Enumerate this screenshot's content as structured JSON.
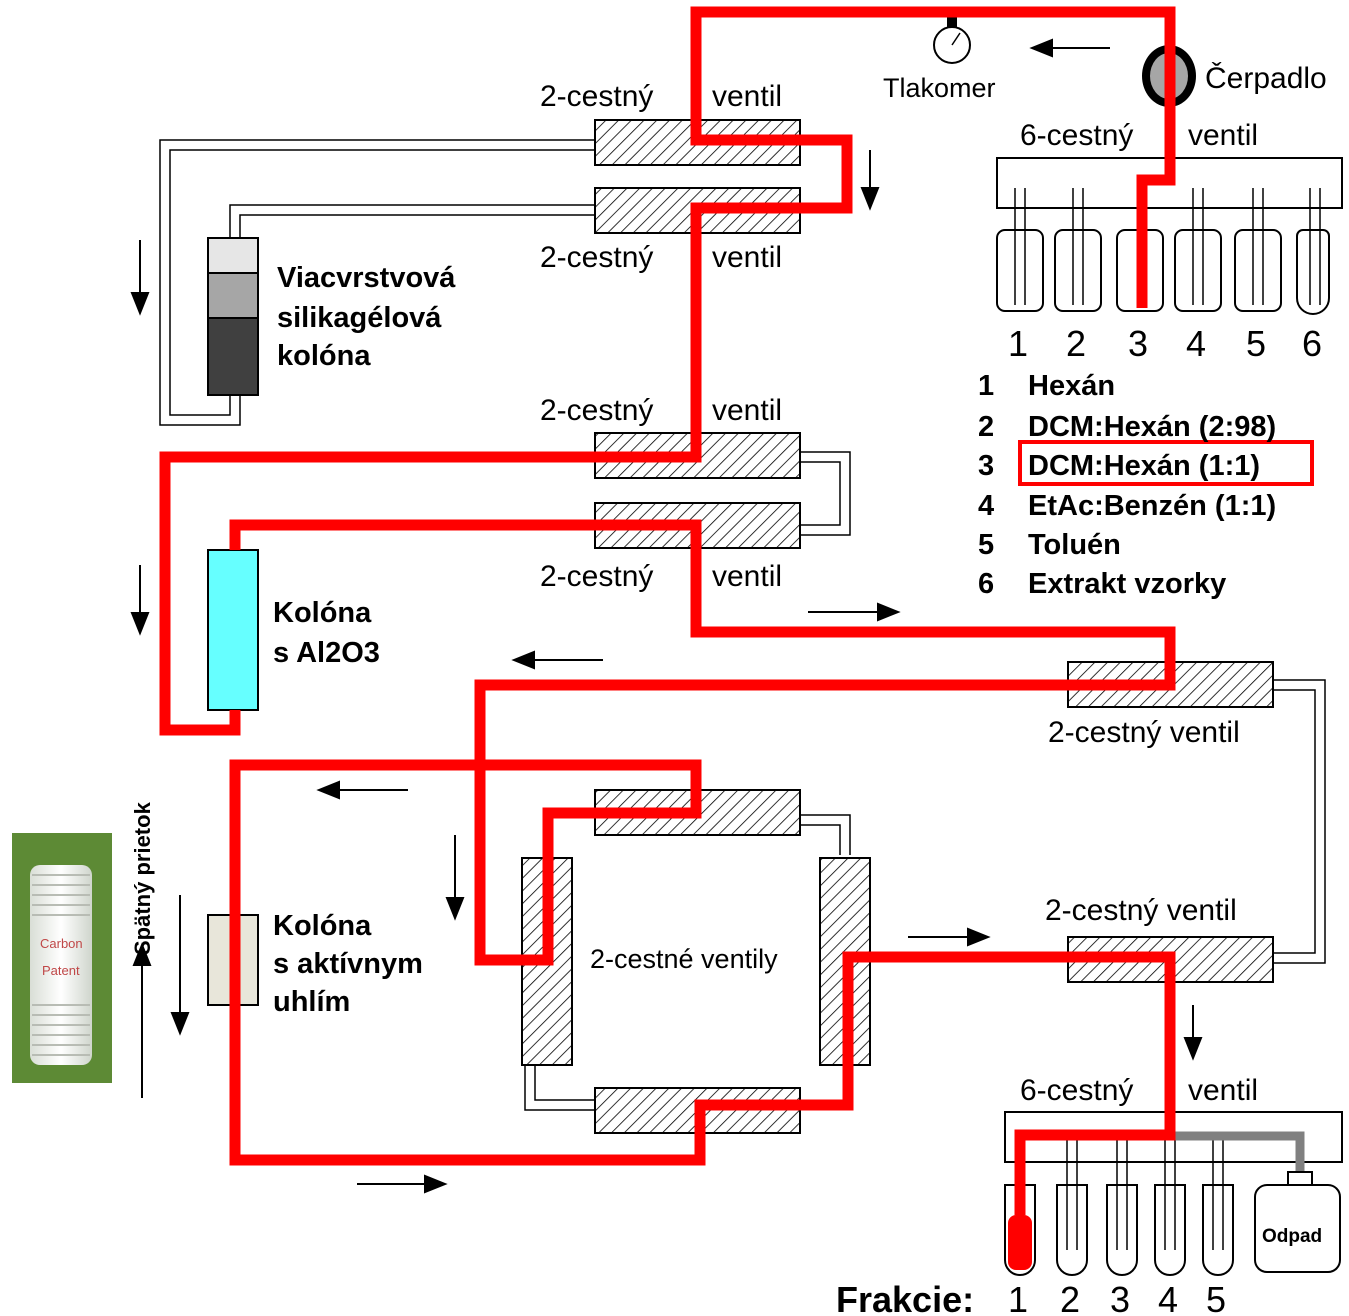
{
  "labels": {
    "two_way_valve": "2-cestný",
    "ventil": "ventil",
    "two_way_valve_full": "2-cestný ventil",
    "six_way_valve": "6-cestný",
    "two_way_valves_plural": "2-cestné ventily",
    "pressure_gauge": "Tlakomer",
    "pump": "Čerpadlo",
    "silica_column": [
      "Viacvrstvová",
      "silikagélová",
      "kolóna"
    ],
    "alumina_column": [
      "Kolóna",
      "s Al2O3"
    ],
    "carbon_column": [
      "Kolóna",
      "s aktívnym",
      "uhlím"
    ],
    "backflow": "Spätný prietok",
    "waste": "Odpad",
    "fractions_label": "Frakcie:",
    "photo_text": [
      "Carbon",
      "Patent"
    ]
  },
  "solvent_numbers": [
    "1",
    "2",
    "3",
    "4",
    "5",
    "6"
  ],
  "solvents": [
    {
      "num": "1",
      "name": "Hexán"
    },
    {
      "num": "2",
      "name": "DCM:Hexán (2:98)"
    },
    {
      "num": "3",
      "name": "DCM:Hexán (1:1)",
      "highlighted": true
    },
    {
      "num": "4",
      "name": "EtAc:Benzén (1:1)"
    },
    {
      "num": "5",
      "name": "Toluén"
    },
    {
      "num": "6",
      "name": "Extrakt vzorky"
    }
  ],
  "fraction_numbers": [
    "1",
    "2",
    "3",
    "4",
    "5"
  ],
  "colors": {
    "flow_path": "#ff0000",
    "alumina": "#66ffff",
    "carbon": "#e8e6da",
    "photo_bg": "#5d8a35",
    "waste_tube": "#808080"
  }
}
